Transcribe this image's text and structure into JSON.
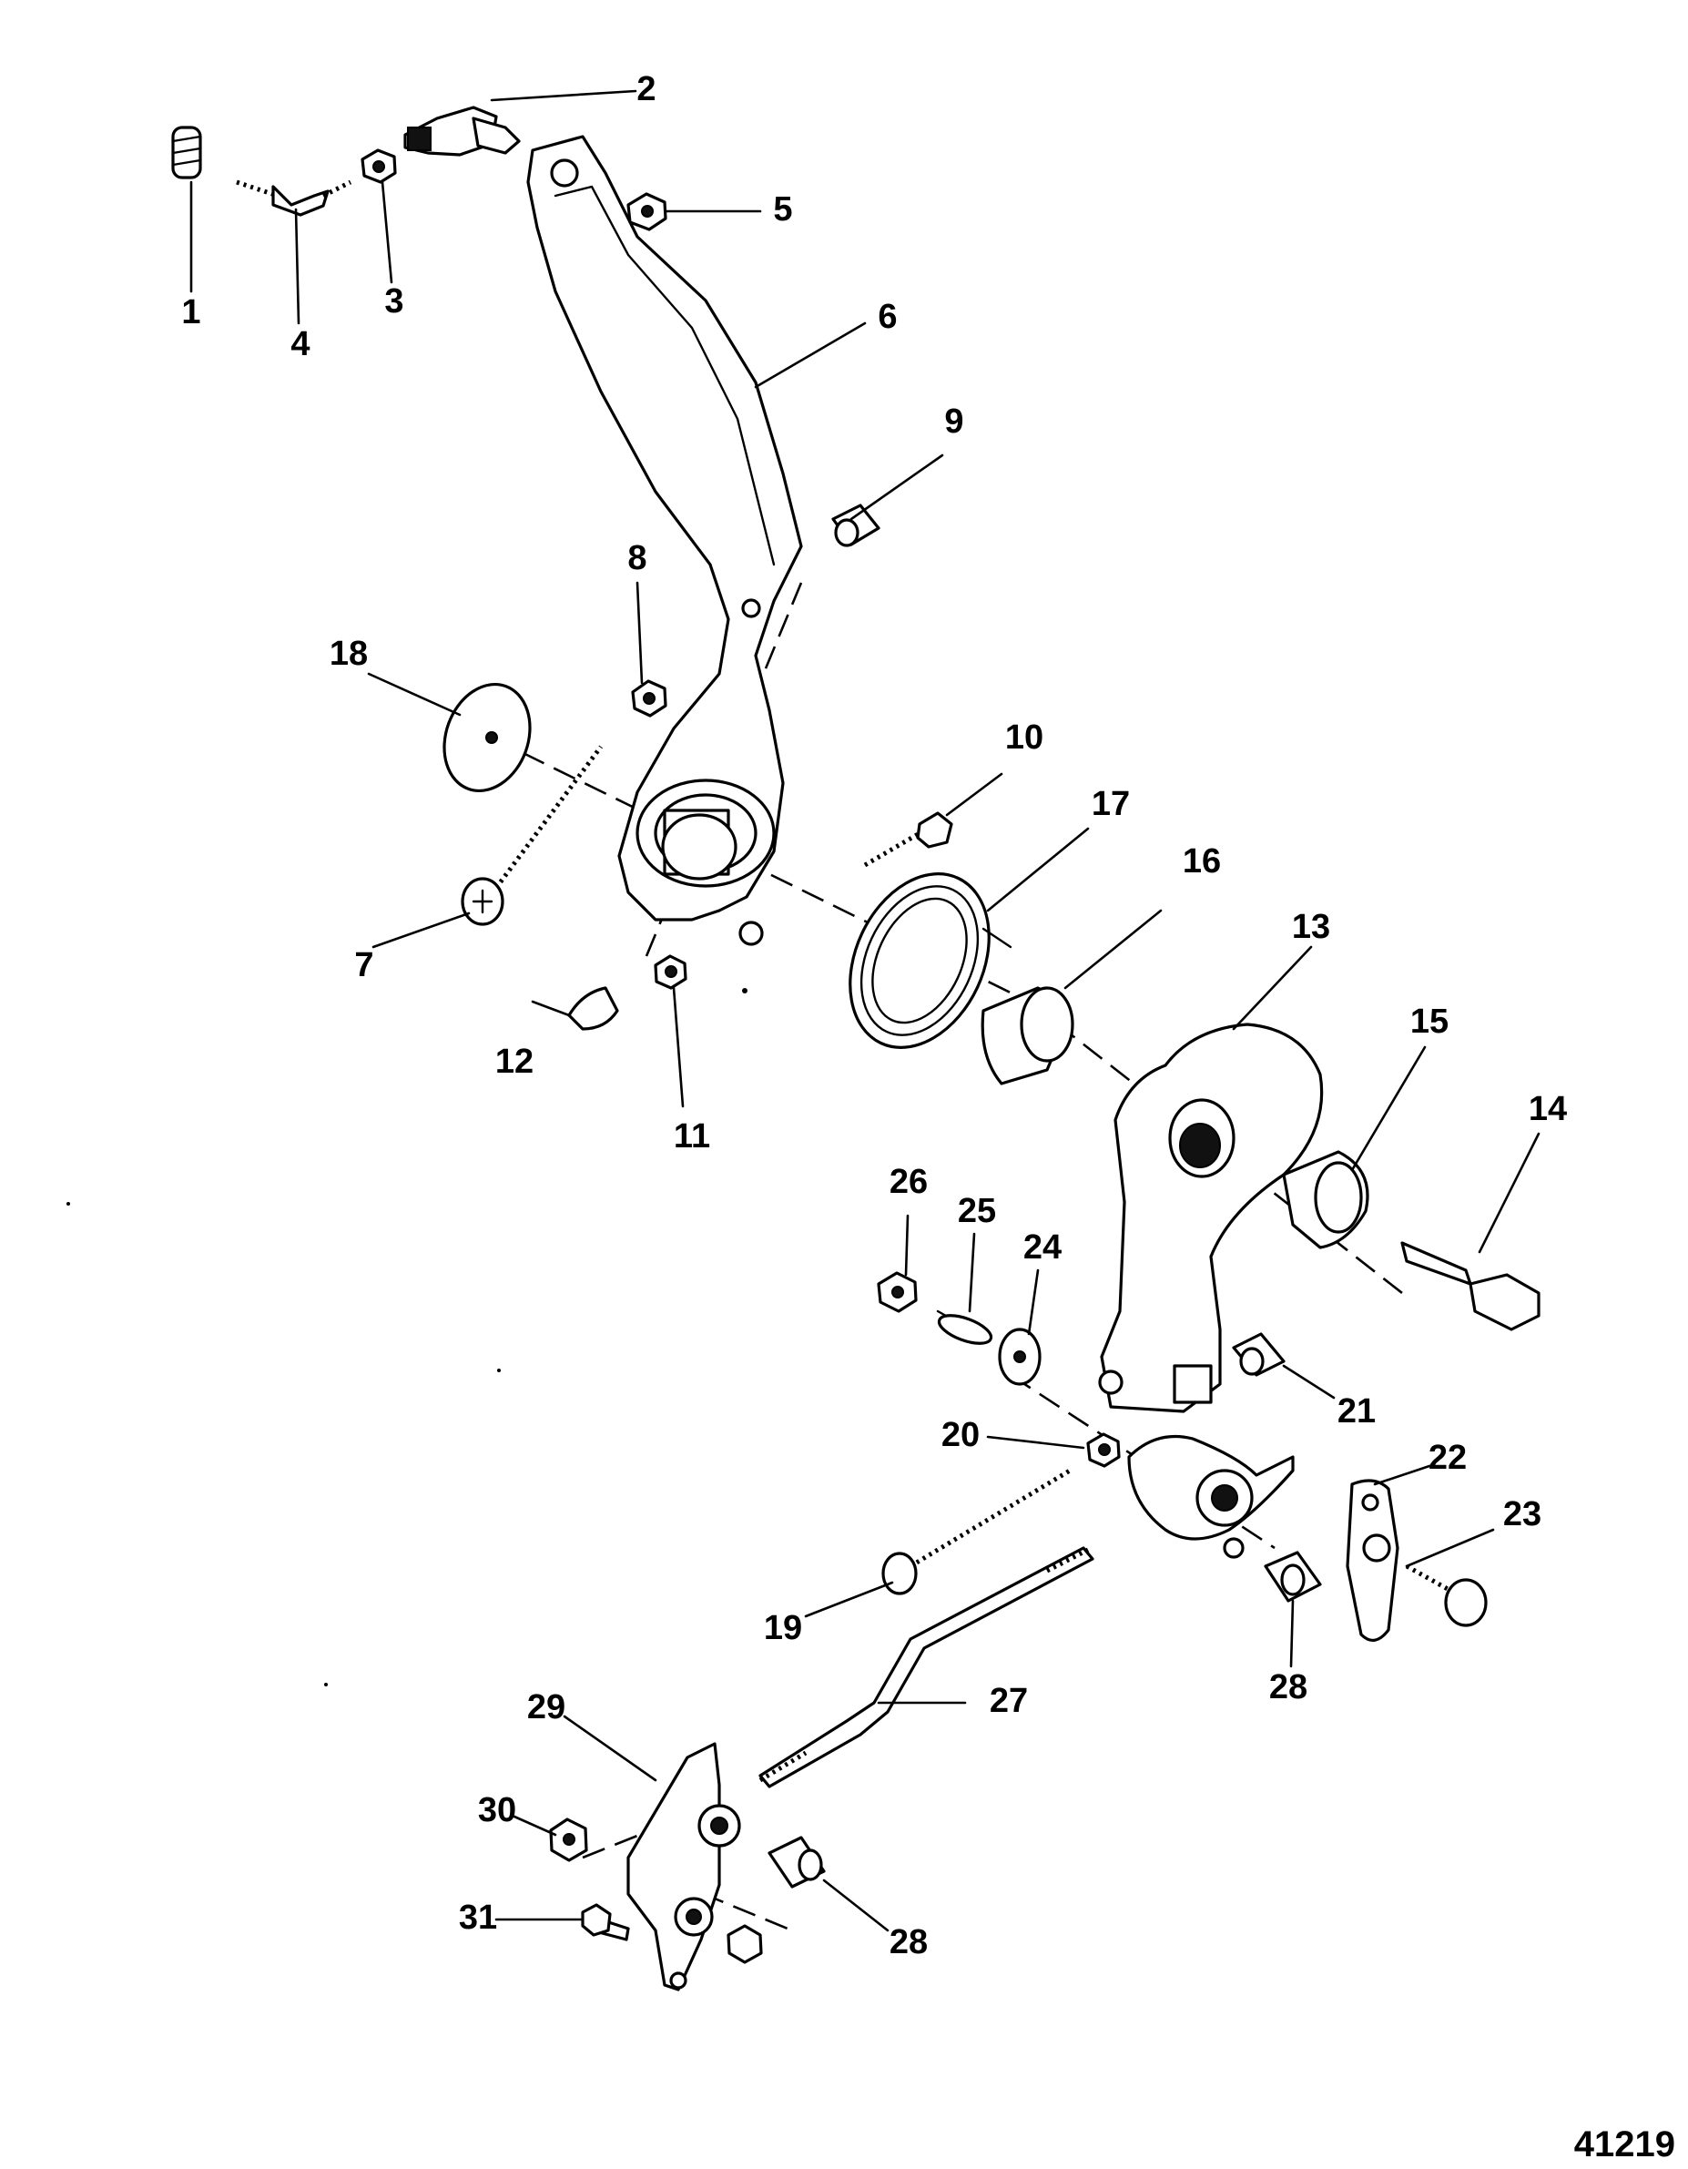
{
  "figure_number": "41219",
  "callouts": [
    {
      "id": "1",
      "text": "1"
    },
    {
      "id": "2",
      "text": "2"
    },
    {
      "id": "3",
      "text": "3"
    },
    {
      "id": "4",
      "text": "4"
    },
    {
      "id": "5",
      "text": "5"
    },
    {
      "id": "6",
      "text": "6"
    },
    {
      "id": "7",
      "text": "7"
    },
    {
      "id": "8",
      "text": "8"
    },
    {
      "id": "9",
      "text": "9"
    },
    {
      "id": "10",
      "text": "10"
    },
    {
      "id": "11",
      "text": "11"
    },
    {
      "id": "12",
      "text": "12"
    },
    {
      "id": "13",
      "text": "13"
    },
    {
      "id": "14",
      "text": "14"
    },
    {
      "id": "15",
      "text": "15"
    },
    {
      "id": "16",
      "text": "16"
    },
    {
      "id": "17",
      "text": "17"
    },
    {
      "id": "18",
      "text": "18"
    },
    {
      "id": "19",
      "text": "19"
    },
    {
      "id": "20",
      "text": "20"
    },
    {
      "id": "21",
      "text": "21"
    },
    {
      "id": "22",
      "text": "22"
    },
    {
      "id": "23",
      "text": "23"
    },
    {
      "id": "24",
      "text": "24"
    },
    {
      "id": "25",
      "text": "25"
    },
    {
      "id": "26",
      "text": "26"
    },
    {
      "id": "27",
      "text": "27"
    },
    {
      "id": "28a",
      "text": "28"
    },
    {
      "id": "28b",
      "text": "28"
    },
    {
      "id": "29",
      "text": "29"
    },
    {
      "id": "30",
      "text": "30"
    },
    {
      "id": "31",
      "text": "31"
    }
  ]
}
